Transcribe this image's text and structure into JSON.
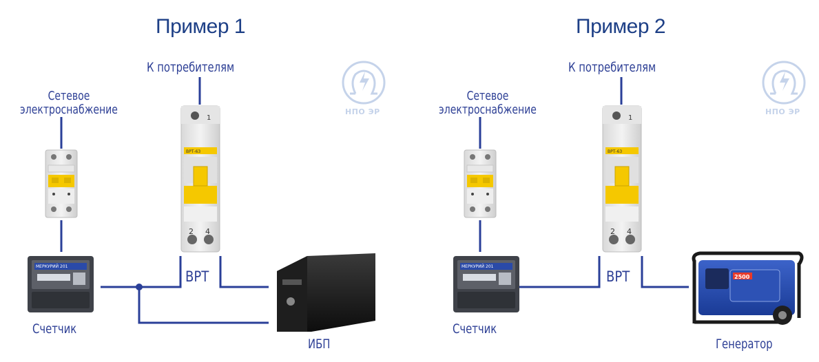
{
  "examples": [
    {
      "title": "Пример 1",
      "consumers_label": "К потребителям",
      "grid_label_line1": "Сетевое",
      "grid_label_line2": "электроснабжение",
      "meter_label": "Счетчик",
      "switch_label": "ВРТ",
      "source_label": "ИБП",
      "switch_model": "ВРТ-63",
      "switch_top_number": "1",
      "switch_bottom_numbers": [
        "2",
        "4"
      ]
    },
    {
      "title": "Пример 2",
      "consumers_label": "К потребителям",
      "grid_label_line1": "Сетевое",
      "grid_label_line2": "электроснабжение",
      "meter_label": "Счетчик",
      "switch_label": "ВРТ",
      "source_label": "Генератор",
      "switch_model": "ВРТ-63",
      "switch_top_number": "1",
      "switch_bottom_numbers": [
        "2",
        "4"
      ]
    }
  ],
  "meter_brand": "МЕРКУРИЙ 201",
  "generator_badge": "2500",
  "logo_text": "НПО ЭР",
  "colors": {
    "line": "#2a3f98",
    "title": "#1d3f86",
    "breaker_yellow": "#f5c800",
    "logo": "#c5d3ea"
  }
}
